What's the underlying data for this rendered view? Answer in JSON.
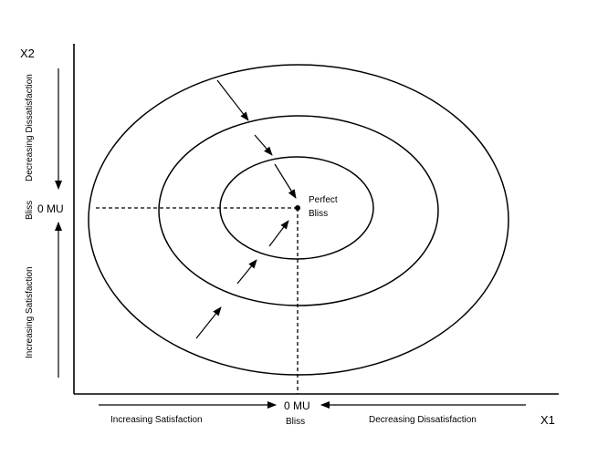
{
  "axes": {
    "x_name": "X1",
    "y_name": "X2"
  },
  "bliss_point": {
    "label_line1": "Perfect",
    "label_line2": "Bliss"
  },
  "x_axis": {
    "zero_label": "0 MU",
    "bliss_label": "Bliss",
    "left_label": "Increasing Satisfaction",
    "right_label": "Decreasing Dissatisfaction"
  },
  "y_axis": {
    "zero_label": "0 MU",
    "bliss_label": "Bliss",
    "upper_label": "Decreasing Dissatisfaction",
    "lower_label": "Increasing Satisfaction"
  }
}
